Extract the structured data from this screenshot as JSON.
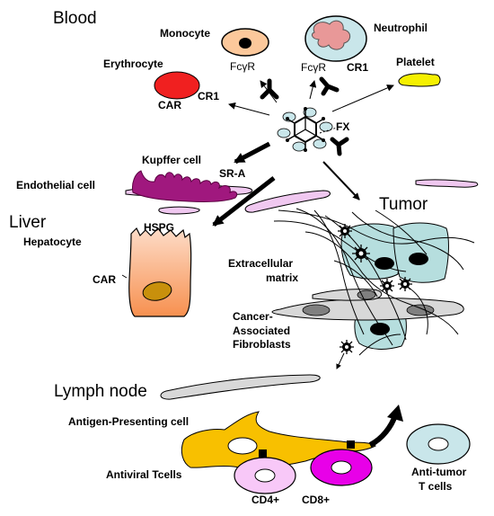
{
  "sections": {
    "blood": "Blood",
    "liver": "Liver",
    "tumor": "Tumor",
    "lymph": "Lymph node"
  },
  "blood": {
    "monocyte": "Monocyte",
    "neutrophil": "Neutrophil",
    "erythrocyte": "Erythrocyte",
    "platelet": "Platelet",
    "fcgr_1": "FcγR",
    "fcgr_2": "FcγR",
    "cr1_1": "CR1",
    "cr1_2": "CR1",
    "car": "CAR",
    "fx": "FX"
  },
  "liver": {
    "kupffer": "Kupffer cell",
    "sra": "SR-A",
    "endothelial": "Endothelial cell",
    "hspg": "HSPG",
    "hepatocyte": "Hepatocyte",
    "car": "CAR"
  },
  "tumor": {
    "ecm_1": "Extracellular",
    "ecm_2": "matrix",
    "caf_1": "Cancer-",
    "caf_2": "Associated",
    "caf_3": "Fibroblasts"
  },
  "lymph": {
    "apc": "Antigen-Presenting cell",
    "antiviral": "Antiviral Tcells",
    "cd4": "CD4+",
    "cd8": "CD8+",
    "antitumor_1": "Anti-tumor",
    "antitumor_2": "T cells"
  },
  "colors": {
    "monocyte": "#FCC89B",
    "neutrophil": "#C9E6EA",
    "erythrocyte": "#F02020",
    "platelet": "#F5F000",
    "kupffer": "#A0187E",
    "endothelial": "#F0C8F0",
    "hepatocyte": "#F8A070",
    "tumor_cell": "#B6DEDE",
    "caf": "#D8D8D8",
    "apc": "#F8C000",
    "cd4": "#F8C8F8",
    "cd8": "#E800E8"
  }
}
